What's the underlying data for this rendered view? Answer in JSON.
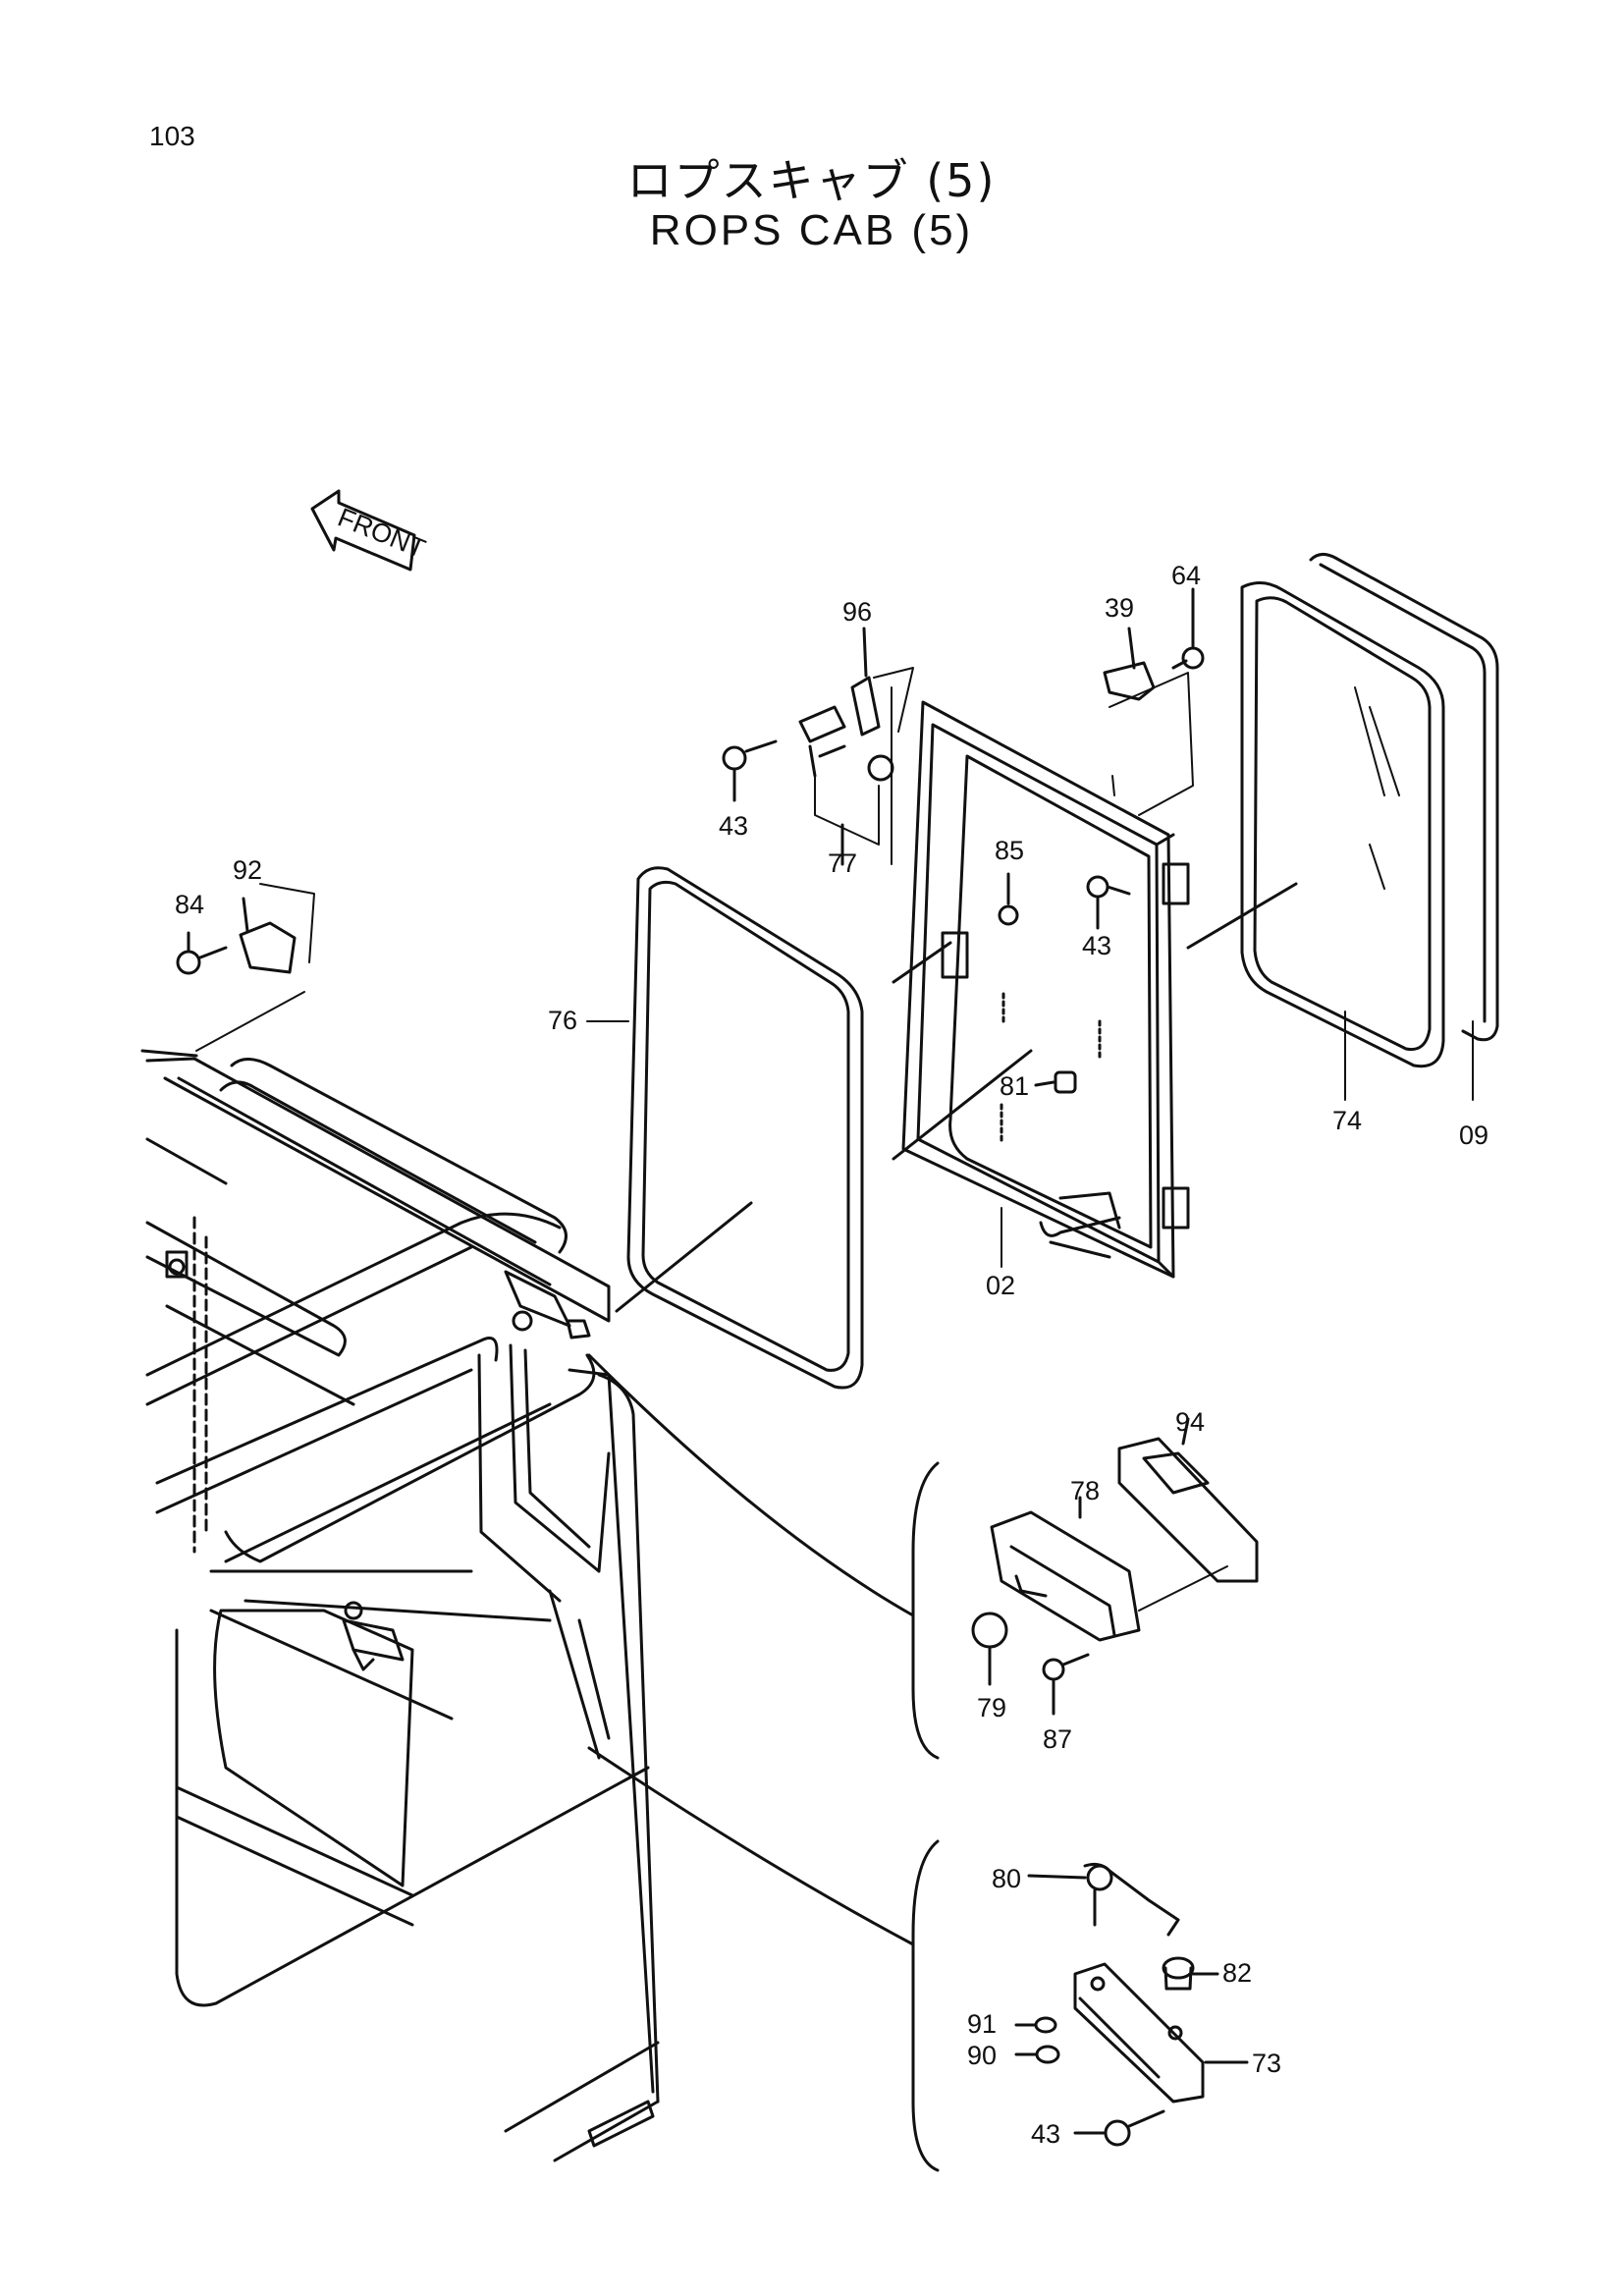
{
  "page": {
    "number": "103",
    "title_jp": "ロプスキャブ (5)",
    "title_en": "ROPS CAB (5)",
    "front_label": "FRONT"
  },
  "parts": {
    "p02": "02",
    "p09": "09",
    "p39": "39",
    "p43a": "43",
    "p43b": "43",
    "p43c": "43",
    "p64": "64",
    "p73": "73",
    "p74": "74",
    "p76": "76",
    "p77": "77",
    "p78": "78",
    "p79": "79",
    "p80": "80",
    "p81": "81",
    "p82": "82",
    "p84": "84",
    "p85": "85",
    "p87": "87",
    "p90": "90",
    "p91": "91",
    "p92": "92",
    "p94": "94",
    "p96": "96"
  }
}
